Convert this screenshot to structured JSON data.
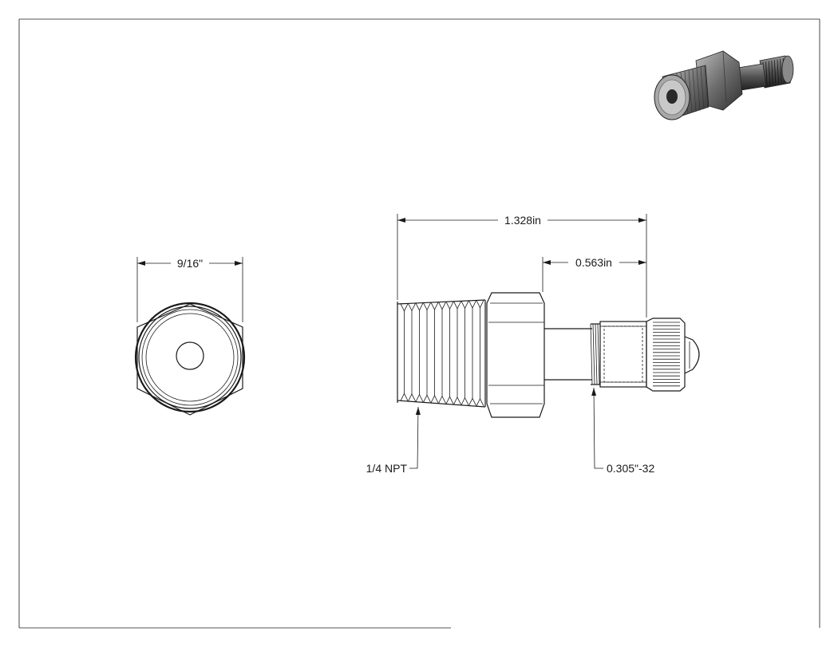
{
  "dimensions": {
    "hex_width": "9/16\"",
    "overall_length": "1.328in",
    "valve_length": "0.563in"
  },
  "callouts": {
    "pipe_thread": "1/4 NPT",
    "valve_thread": "0.305\"-32"
  },
  "colors": {
    "line": "#1a1a1a",
    "paper": "#ffffff"
  }
}
